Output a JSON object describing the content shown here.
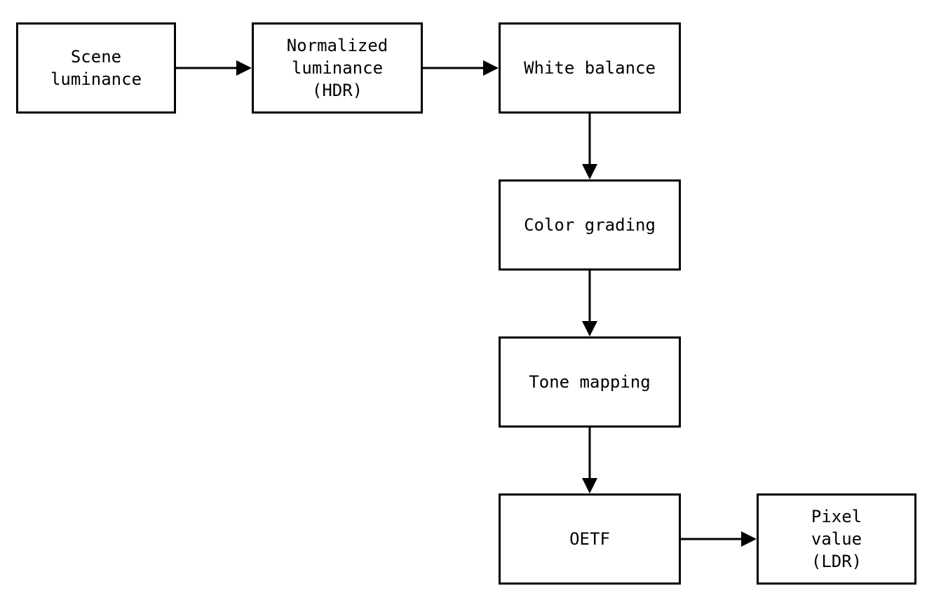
{
  "nodes": {
    "scene_luminance": "Scene\nluminance",
    "normalized_luminance": "Normalized\nluminance\n(HDR)",
    "white_balance": "White balance",
    "color_grading": "Color grading",
    "tone_mapping": "Tone mapping",
    "oetf": "OETF",
    "pixel_value": "Pixel\nvalue\n(LDR)"
  },
  "edges": [
    {
      "from": "scene_luminance",
      "to": "normalized_luminance"
    },
    {
      "from": "normalized_luminance",
      "to": "white_balance"
    },
    {
      "from": "white_balance",
      "to": "color_grading"
    },
    {
      "from": "color_grading",
      "to": "tone_mapping"
    },
    {
      "from": "tone_mapping",
      "to": "oetf"
    },
    {
      "from": "oetf",
      "to": "pixel_value"
    }
  ],
  "colors": {
    "stroke": "#000000",
    "background": "#ffffff",
    "text": "#000000"
  }
}
